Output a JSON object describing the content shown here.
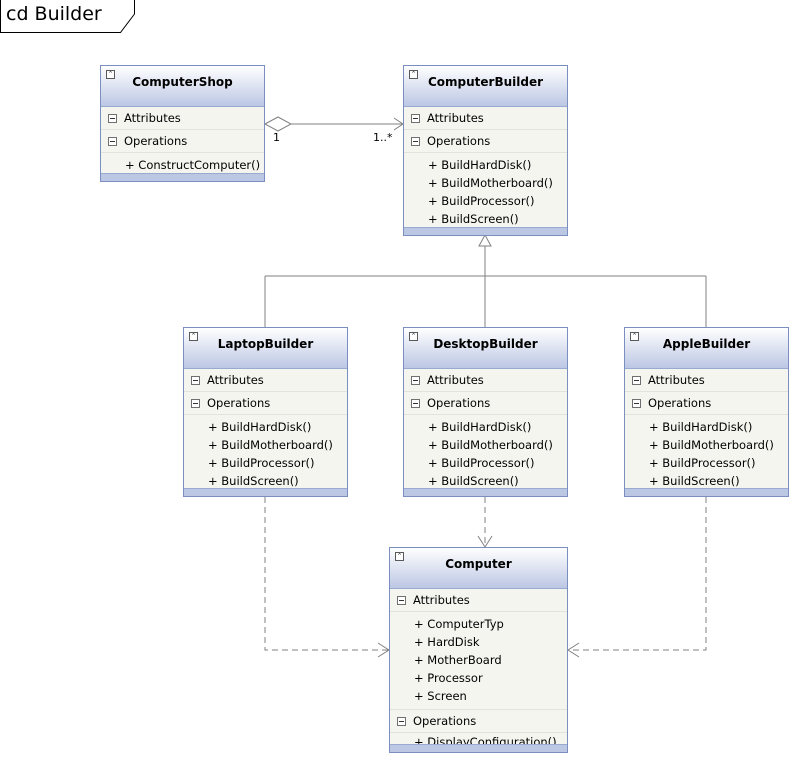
{
  "diagram": {
    "frame_label": "cd Builder",
    "multiplicity_start": "1",
    "multiplicity_end": "1..*"
  },
  "classes": {
    "shop": {
      "name": "ComputerShop",
      "attributes_label": "Attributes",
      "operations_label": "Operations",
      "operations": [
        "+ ConstructComputer()"
      ]
    },
    "builder": {
      "name": "ComputerBuilder",
      "attributes_label": "Attributes",
      "operations_label": "Operations",
      "operations": [
        "+ BuildHardDisk()",
        "+ BuildMotherboard()",
        "+ BuildProcessor()",
        "+ BuildScreen()"
      ]
    },
    "laptop": {
      "name": "LaptopBuilder",
      "attributes_label": "Attributes",
      "operations_label": "Operations",
      "operations": [
        "+ BuildHardDisk()",
        "+ BuildMotherboard()",
        "+ BuildProcessor()",
        "+ BuildScreen()"
      ]
    },
    "desktop": {
      "name": "DesktopBuilder",
      "attributes_label": "Attributes",
      "operations_label": "Operations",
      "operations": [
        "+ BuildHardDisk()",
        "+ BuildMotherboard()",
        "+ BuildProcessor()",
        "+ BuildScreen()"
      ]
    },
    "apple": {
      "name": "AppleBuilder",
      "attributes_label": "Attributes",
      "operations_label": "Operations",
      "operations": [
        "+ BuildHardDisk()",
        "+ BuildMotherboard()",
        "+ BuildProcessor()",
        "+ BuildScreen()"
      ]
    },
    "computer": {
      "name": "Computer",
      "attributes_label": "Attributes",
      "attributes": [
        "+ ComputerTyp",
        "+ HardDisk",
        "+ MotherBoard",
        "+ Processor",
        "+ Screen"
      ],
      "operations_label": "Operations",
      "operations": [
        "+ DisplayConfiguration()"
      ]
    }
  },
  "colors": {
    "border": "#7a8ec0",
    "header_gradient_bottom": "#bcc7e4",
    "body": "#f5f5f0",
    "line": "#808080"
  }
}
